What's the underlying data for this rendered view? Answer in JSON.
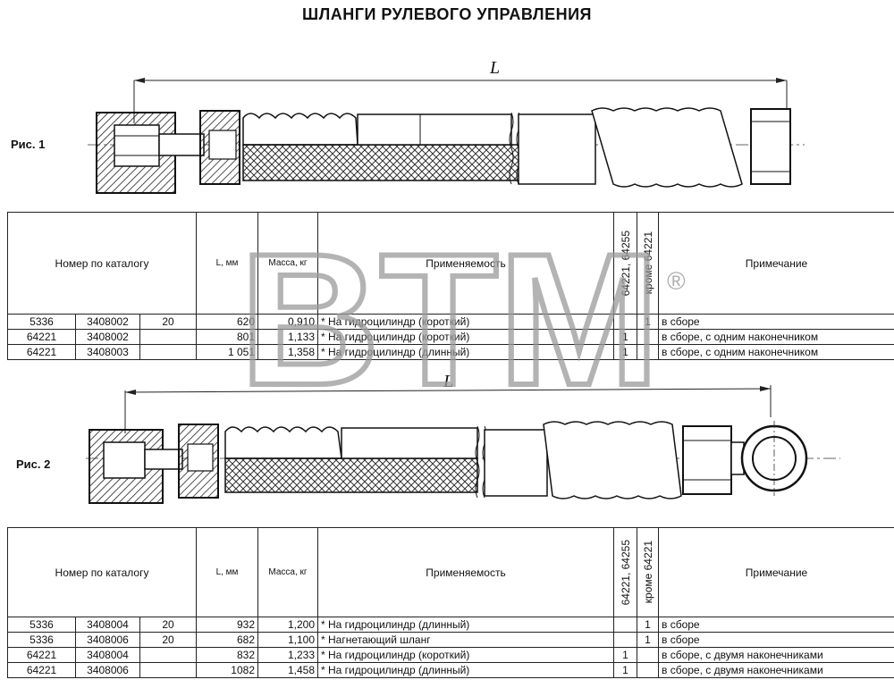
{
  "title": "ШЛАНГИ РУЛЕВОГО УПРАВЛЕНИЯ",
  "watermark": {
    "text": "BTM",
    "mark": "®"
  },
  "figures": [
    {
      "label": "Рис. 1",
      "dimension": "L"
    },
    {
      "label": "Рис. 2",
      "dimension": "L"
    }
  ],
  "tables": [
    {
      "headers": {
        "catalog": "Номер по каталогу",
        "length": "L, мм",
        "mass": "Масса, кг",
        "application": "Применяемость",
        "col_a": "64221, 64255",
        "col_b": "кроме 64221",
        "note": "Примечание"
      },
      "rows": [
        {
          "model": "5336",
          "part": "3408002",
          "suffix": "20",
          "length": "620",
          "mass": "0,910",
          "application": "* На гидроцилиндр (короткий)",
          "a": "",
          "b": "1",
          "note": "в сборе"
        },
        {
          "model": "64221",
          "part": "3408002",
          "suffix": "",
          "length": "801",
          "mass": "1,133",
          "application": "* На гидроцилиндр (короткий)",
          "a": "1",
          "b": "",
          "note": "в сборе, с одним наконечником"
        },
        {
          "model": "64221",
          "part": "3408003",
          "suffix": "",
          "length": "1 051",
          "mass": "1,358",
          "application": "* На гидроцилиндр (длинный)",
          "a": "1",
          "b": "",
          "note": "в сборе, с одним наконечником"
        }
      ]
    },
    {
      "headers": {
        "catalog": "Номер по каталогу",
        "length": "L, мм",
        "mass": "Масса, кг",
        "application": "Применяемость",
        "col_a": "64221, 64255",
        "col_b": "кроме 64221",
        "note": "Примечание"
      },
      "rows": [
        {
          "model": "5336",
          "part": "3408004",
          "suffix": "20",
          "length": "932",
          "mass": "1,200",
          "application": "* На гидроцилиндр (длинный)",
          "a": "",
          "b": "1",
          "note": "в сборе"
        },
        {
          "model": "5336",
          "part": "3408006",
          "suffix": "20",
          "length": "682",
          "mass": "1,100",
          "application": "* Нагнетающий шланг",
          "a": "",
          "b": "1",
          "note": "в сборе"
        },
        {
          "model": "64221",
          "part": "3408004",
          "suffix": "",
          "length": "832",
          "mass": "1,233",
          "application": "* На гидроцилиндр (короткий)",
          "a": "1",
          "b": "",
          "note": "в сборе, с двумя наконечниками"
        },
        {
          "model": "64221",
          "part": "3408006",
          "suffix": "",
          "length": "1082",
          "mass": "1,458",
          "application": "* На гидроцилиндр (длинный)",
          "a": "1",
          "b": "",
          "note": "в сборе, с двумя наконечниками"
        }
      ]
    }
  ]
}
